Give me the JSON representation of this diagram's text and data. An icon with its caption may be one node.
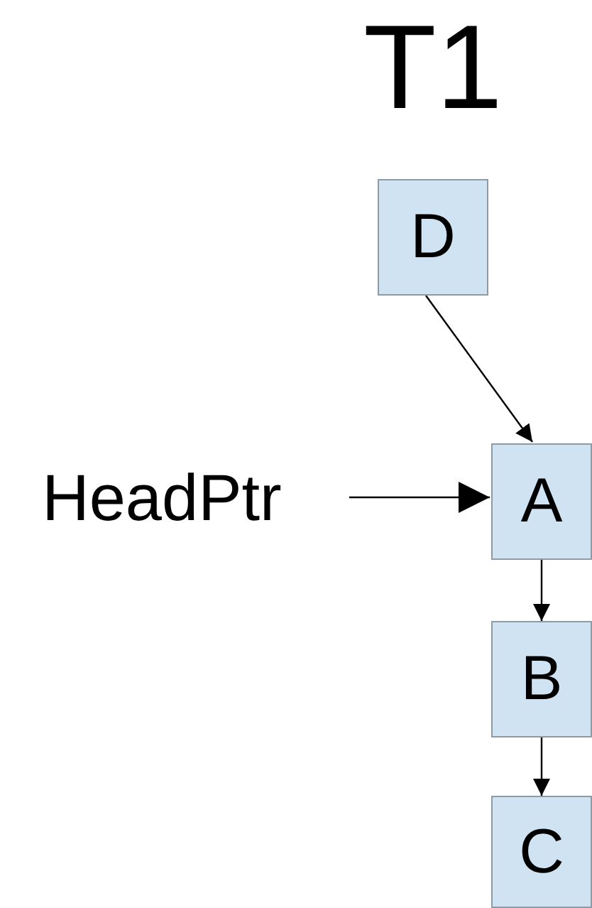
{
  "diagram": {
    "title": "T1",
    "nodes": [
      {
        "text": [
          "D"
        ]
      },
      {
        "text": [
          "HeadPtr"
        ]
      },
      {
        "text": [
          "A"
        ]
      },
      {
        "text": [
          "B"
        ]
      },
      {
        "text": [
          "C"
        ]
      }
    ],
    "edges": [
      {
        "from": 0,
        "to": 2,
        "arrow": "to"
      },
      {
        "from": 1,
        "to": 2,
        "arrow": "to"
      },
      {
        "from": 2,
        "to": 3,
        "arrow": "to"
      },
      {
        "from": 3,
        "to": 4,
        "arrow": "to"
      }
    ]
  }
}
